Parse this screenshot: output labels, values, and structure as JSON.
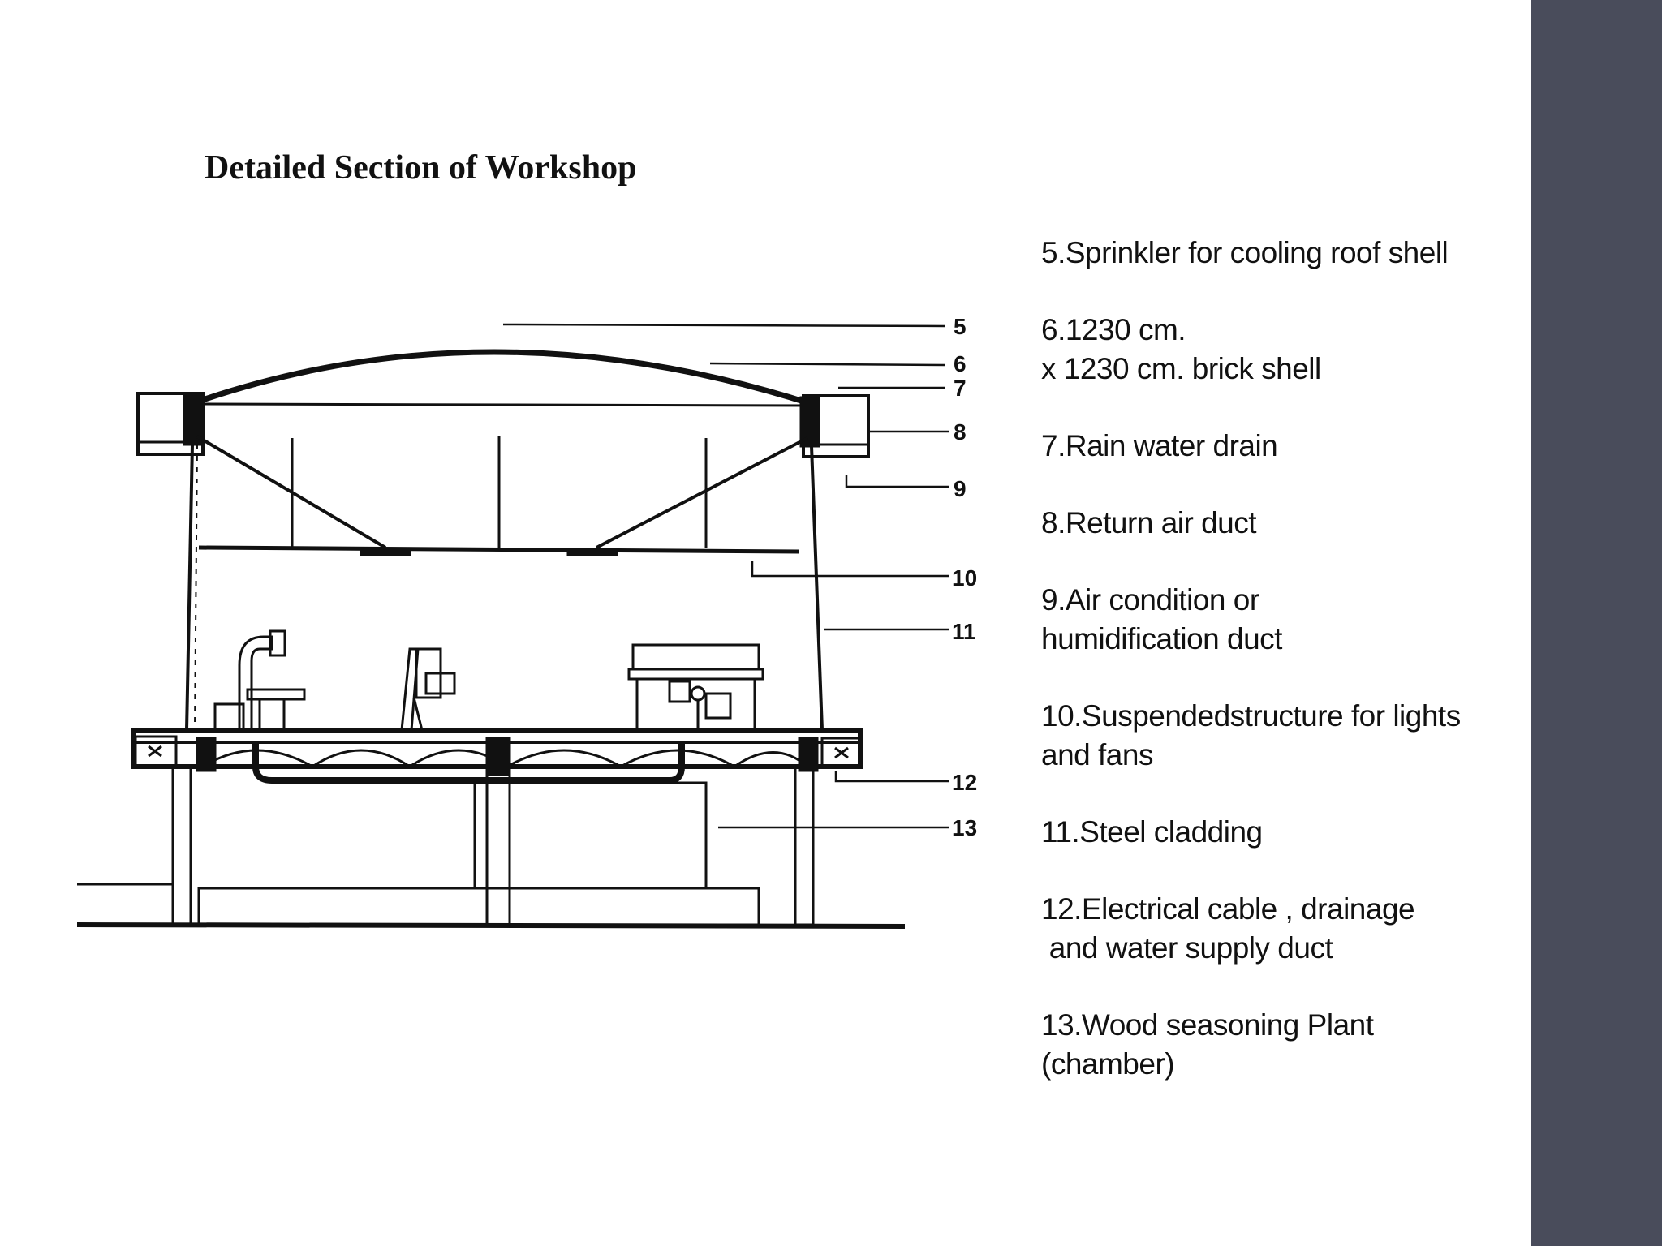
{
  "slide": {
    "title": "Detailed Section of Workshop",
    "accent_bar_color": "#494c5b"
  },
  "drawing": {
    "callouts": [
      "5",
      "6",
      "7",
      "8",
      "9",
      "10",
      "11",
      "12",
      "13"
    ]
  },
  "legend": {
    "items": [
      "5.Sprinkler for cooling roof shell",
      "6.1230 cm.\nx 1230 cm. brick shell",
      "7.Rain water drain",
      "8.Return air duct",
      "9.Air condition or\nhumidification duct",
      "10.Suspendedstructure for lights\nand fans",
      "11.Steel cladding",
      "12.Electrical cable , drainage\n and water supply duct",
      "13.Wood seasoning Plant\n(chamber)"
    ]
  }
}
